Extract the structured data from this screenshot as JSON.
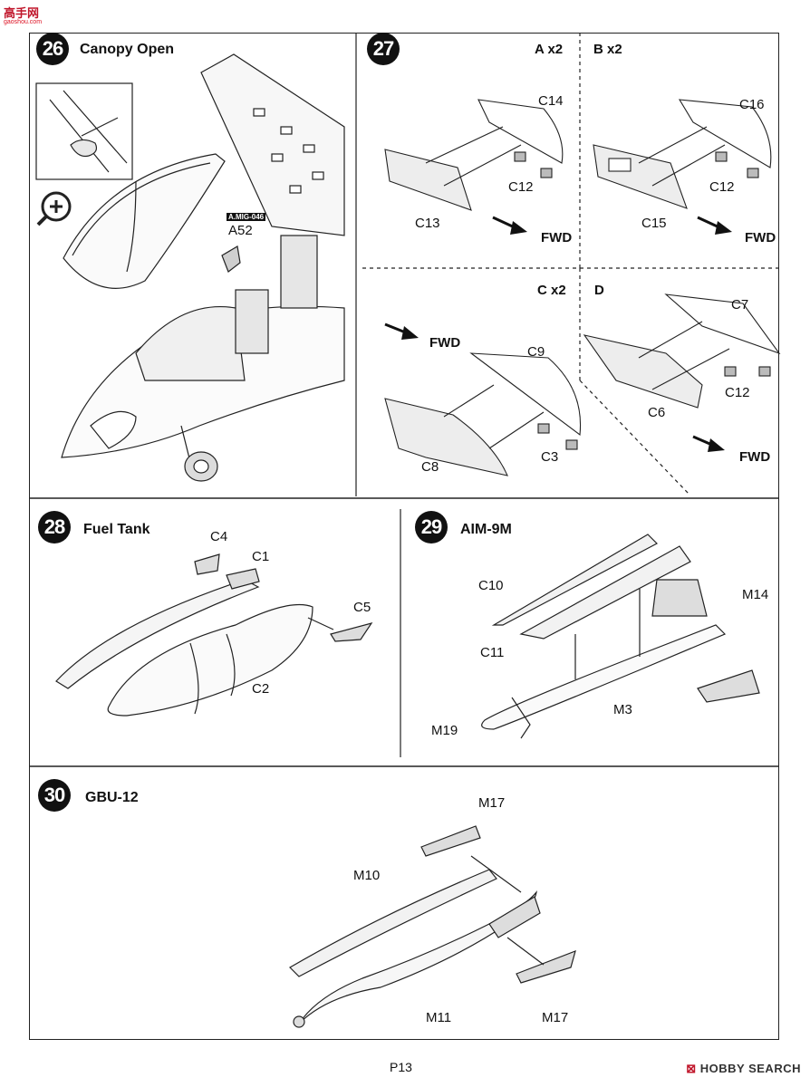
{
  "watermark": {
    "logo_text": "高手网",
    "logo_sub": "gaoshou.com"
  },
  "footer": {
    "page": "P13",
    "brand_prefix": "HOBBY",
    "brand_suffix": "SEARCH",
    "brand_mark": "⊠"
  },
  "steps": {
    "s26": {
      "num": "26",
      "title": "Canopy Open",
      "part_ref": "A.MIG-046",
      "part": "A52",
      "zoom_icon": "magnify-plus-icon"
    },
    "s27": {
      "num": "27",
      "A": {
        "label": "A x2",
        "parts": [
          "C14",
          "C12",
          "C13"
        ],
        "fwd": "FWD"
      },
      "B": {
        "label": "B x2",
        "parts": [
          "C16",
          "C12",
          "C15"
        ],
        "fwd": "FWD"
      },
      "C": {
        "label": "C x2",
        "parts": [
          "C9",
          "C3",
          "C8"
        ],
        "fwd": "FWD"
      },
      "D": {
        "label": "D",
        "parts": [
          "C7",
          "C12",
          "C6"
        ],
        "fwd": "FWD"
      }
    },
    "s28": {
      "num": "28",
      "title": "Fuel Tank",
      "parts": [
        "C4",
        "C1",
        "C5",
        "C2"
      ]
    },
    "s29": {
      "num": "29",
      "title": "AIM-9M",
      "parts": [
        "C10",
        "C11",
        "M14",
        "M3",
        "M19"
      ]
    },
    "s30": {
      "num": "30",
      "title": "GBU-12",
      "parts": [
        "M17",
        "M10",
        "M11",
        "M17"
      ]
    }
  },
  "colors": {
    "ink": "#111111",
    "paper": "#ffffff",
    "shade": "#d9d9d9"
  }
}
